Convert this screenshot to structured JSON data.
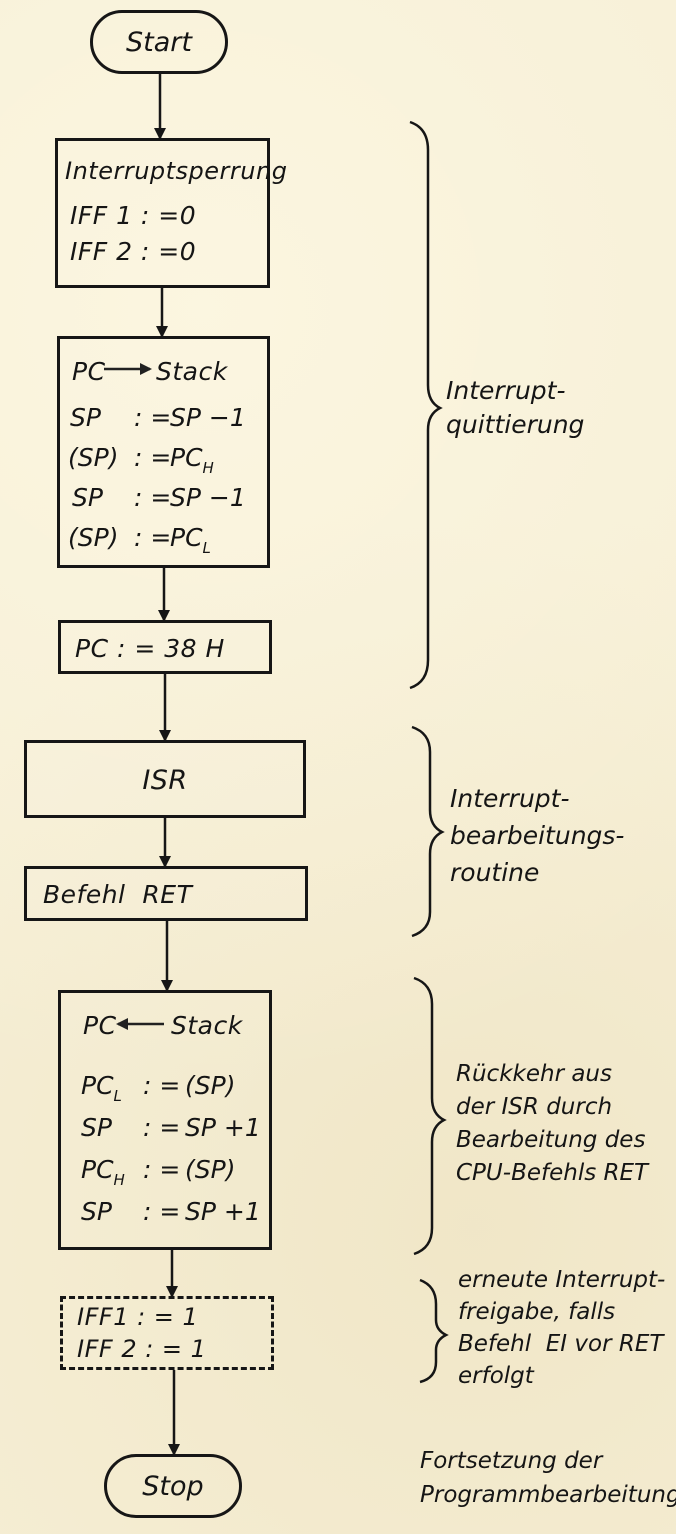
{
  "flowchart": {
    "start_label": "Start",
    "stop_label": "Stop",
    "block_disable": {
      "title": "Interruptsperrung",
      "line1": "IFF 1 : =0",
      "line2": "IFF 2 : =0"
    },
    "block_push": {
      "header_left": "PC",
      "header_right": "Stack",
      "rows": [
        {
          "lhs": "SP",
          "rhs": "SP −1",
          "sub": ""
        },
        {
          "lhs": "(SP)",
          "rhs": "PC",
          "sub": "H"
        },
        {
          "lhs": "SP",
          "rhs": "SP −1",
          "sub": ""
        },
        {
          "lhs": "(SP)",
          "rhs": "PC",
          "sub": "L"
        }
      ],
      "op": ": ="
    },
    "block_vector": {
      "text": "PC : = 38 H"
    },
    "block_isr": {
      "text": "ISR"
    },
    "block_ret": {
      "text": "Befehl  RET"
    },
    "block_pop": {
      "header_left": "PC",
      "header_right": "Stack",
      "rows": [
        {
          "lhs": "PC",
          "lhs_sub": "L",
          "rhs": "(SP)"
        },
        {
          "lhs": "SP",
          "lhs_sub": "",
          "rhs": "SP +1"
        },
        {
          "lhs": "PC",
          "lhs_sub": "H",
          "rhs": "(SP)"
        },
        {
          "lhs": "SP",
          "lhs_sub": "",
          "rhs": "SP +1"
        }
      ],
      "op": ": ="
    },
    "block_enable": {
      "line1": "IFF1 : = 1",
      "line2": "IFF 2 : = 1"
    }
  },
  "annotations": {
    "ack": [
      "Interrupt-",
      "quittierung"
    ],
    "routine": [
      "Interrupt-",
      "bearbeitungs-",
      "routine"
    ],
    "return": [
      "Rückkehr aus",
      "der ISR durch",
      "Bearbeitung des",
      "CPU-Befehls RET"
    ],
    "reenable": [
      "erneute Interrupt-",
      "freigabe, falls",
      "Befehl  EI vor RET",
      "erfolgt"
    ],
    "continue": [
      "Fortsetzung der",
      "Programmbearbeitung"
    ]
  },
  "colors": {
    "paper": "#f6efd6",
    "ink": "#161616"
  }
}
